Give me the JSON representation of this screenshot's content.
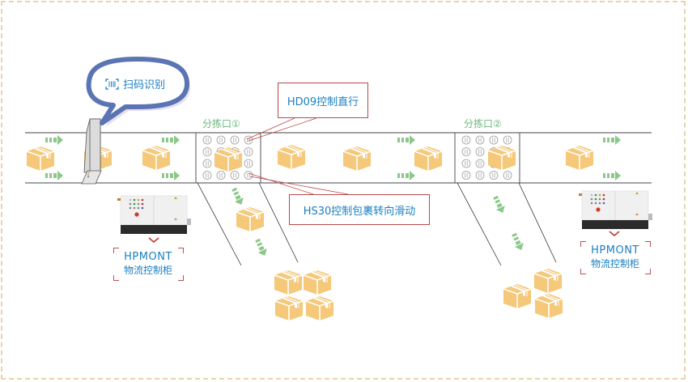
{
  "diagram": {
    "title": "Logistics sorting conveyor with HPMONT control",
    "scanner_bubble": {
      "icon": "barcode-scan-icon",
      "label": "扫码识别"
    },
    "sort_ports": [
      {
        "label": "分拣口①"
      },
      {
        "label": "分拣口②"
      }
    ],
    "callouts": {
      "hd09": "HD09控制直行",
      "hs30": "HS30控制包裹转向滑动"
    },
    "cabinets": [
      {
        "line1": "HPMONT",
        "line2": "物流控制柜"
      },
      {
        "line1": "HPMONT",
        "line2": "物流控制柜"
      }
    ],
    "colors": {
      "package": "#f5c87a",
      "arrow": "#8cc88a",
      "callout_border": "#b9484a",
      "text_blue": "#1a7fc1",
      "sort_label": "#6ab87c",
      "bubble_border": "#5b74b4",
      "frame_border": "#e9d3b0"
    }
  }
}
